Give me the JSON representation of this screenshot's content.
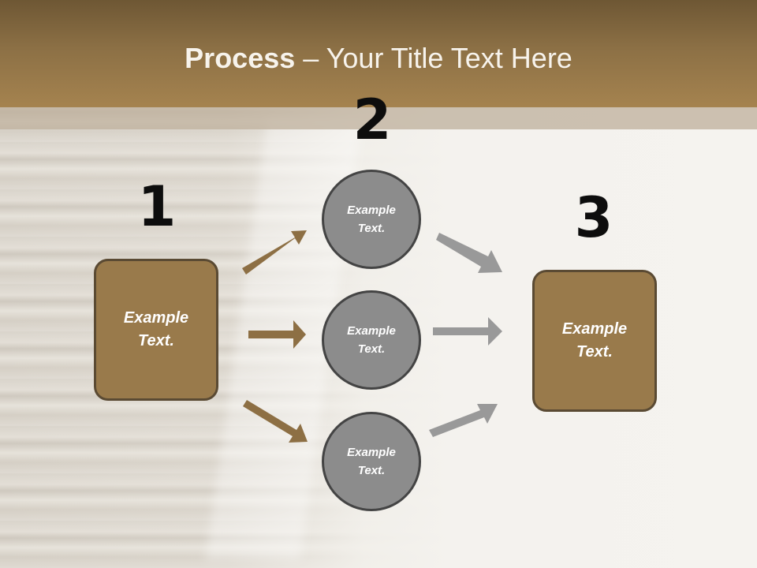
{
  "slide": {
    "title_bold": "Process",
    "title_rest": " – Your Title Text Here"
  },
  "steps": {
    "step1": "1",
    "step2": "2",
    "step3": "3"
  },
  "nodes": {
    "start_box": "Example Text.",
    "circle_top": "Example Text.",
    "circle_middle": "Example Text.",
    "circle_bottom": "Example Text.",
    "end_box": "Example Text."
  },
  "colors": {
    "header_brown": "#8c7045",
    "box_fill": "#997a4b",
    "circle_fill": "#8c8c8c",
    "arrow_brown": "#8d6f44",
    "arrow_grey": "#999999"
  }
}
